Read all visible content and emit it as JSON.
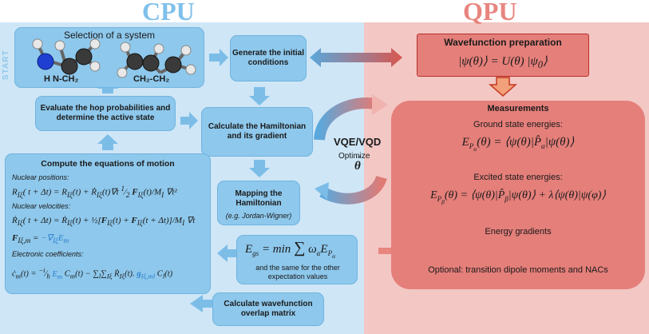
{
  "headers": {
    "cpu": "CPU",
    "qpu": "QPU",
    "start": "START"
  },
  "system": {
    "title": "Selection of a system",
    "mol1": "H N-CH₂",
    "mol2": "CH₂-CH₂"
  },
  "boxes": {
    "generate": "Generate the initial conditions",
    "hop": "Evaluate the hop probabilities and determine the active state",
    "hamiltonian": "Calculate the Hamiltonian and its gradient",
    "mapping_title": "Mapping the Hamiltonian",
    "mapping_sub": "(e.g. Jordan-Wigner)",
    "egs_note": "and the same for the other expectation values",
    "overlap": "Calculate wavefunction overlap matrix"
  },
  "eom": {
    "title": "Compute the equations of motion",
    "nuc_pos": "Nuclear positions:",
    "nuc_vel": "Nuclear velocities:",
    "elec": "Electronic coefficients:"
  },
  "vqe": {
    "label": "VQE/VQD",
    "optimize": "Optimize",
    "theta": "θ"
  },
  "qpu": {
    "wf_title": "Wavefunction preparation",
    "meas_title": "Measurements",
    "ground": "Ground state energies:",
    "excited": "Excited state energies:",
    "gradients": "Energy gradients",
    "optional": "Optional: transition dipole moments and NACs"
  },
  "colors": {
    "cpu_bg": "#cfe6f6",
    "qpu_bg": "#f3c7c4",
    "cpu_box": "#8ec8ec",
    "qpu_box": "#e57f7a",
    "cpu_title": "#7fc0ea",
    "qpu_title": "#e8857f"
  }
}
